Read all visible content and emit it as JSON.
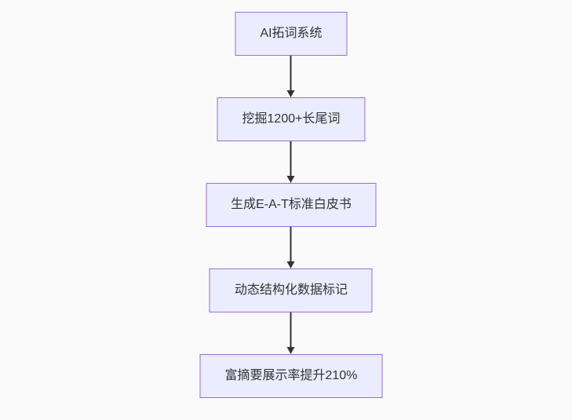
{
  "canvas": {
    "background_color": "#fafafa"
  },
  "chart_data": {
    "type": "flowchart",
    "direction": "top-down",
    "title": "",
    "node_fill_color": "#ECECFF",
    "node_border_color": "#9370DB",
    "text_color": "#333333",
    "arrow_color": "#333333",
    "nodes": [
      {
        "id": "n1",
        "label": "AI拓词系统"
      },
      {
        "id": "n2",
        "label": "挖掘1200+长尾词"
      },
      {
        "id": "n3",
        "label": "生成E-A-T标准白皮书"
      },
      {
        "id": "n4",
        "label": "动态结构化数据标记"
      },
      {
        "id": "n5",
        "label": "富摘要展示率提升210%"
      }
    ],
    "edges": [
      {
        "from": "n1",
        "to": "n2",
        "style": "arrow"
      },
      {
        "from": "n2",
        "to": "n3",
        "style": "arrow"
      },
      {
        "from": "n3",
        "to": "n4",
        "style": "arrow"
      },
      {
        "from": "n4",
        "to": "n5",
        "style": "arrow"
      }
    ]
  }
}
